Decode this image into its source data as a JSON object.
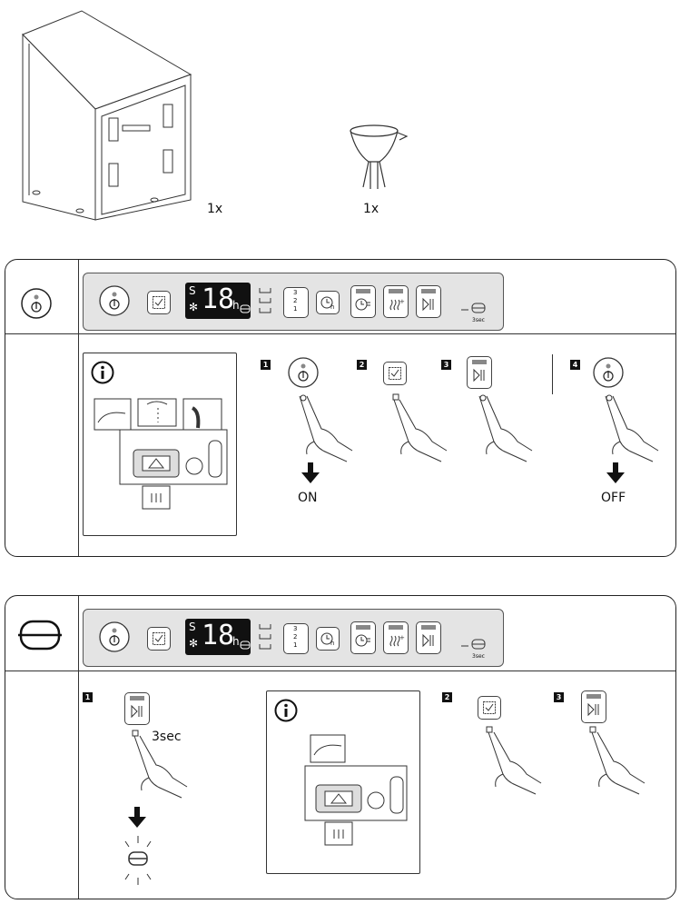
{
  "contents": {
    "appliance_qty": "1x",
    "funnel_qty": "1x"
  },
  "display": {
    "digits": "18",
    "unit": "h"
  },
  "buttons": {
    "three_sec": "3sec",
    "levels": [
      "3",
      "2",
      "1"
    ]
  },
  "section1": {
    "steps": [
      "1",
      "2",
      "3",
      "4"
    ],
    "on_label": "ON",
    "off_label": "OFF"
  },
  "section2": {
    "steps": [
      "1",
      "2",
      "3"
    ],
    "hold_label": "3sec"
  },
  "colors": {
    "panel": "#e4e4e4",
    "led": "#888888",
    "ink": "#111111"
  }
}
